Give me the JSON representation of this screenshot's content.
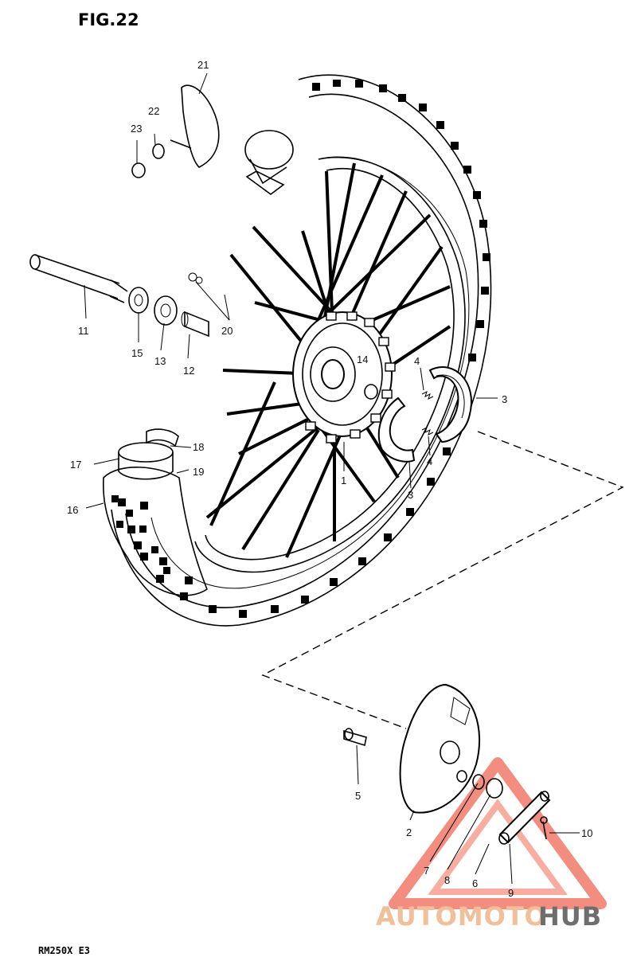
{
  "figure": {
    "title": "FIG.22",
    "model_code": "RM250X  E3"
  },
  "watermark": {
    "part1": "AUTOMOTO",
    "part2": "HUB",
    "color_accent": "#f0a070",
    "color_dark": "#555555",
    "icon": "warning-triangle-logo"
  },
  "part_labels": [
    "1",
    "2",
    "3",
    "3",
    "4",
    "4",
    "5",
    "6",
    "7",
    "8",
    "9",
    "10",
    "11",
    "12",
    "13",
    "14",
    "15",
    "16",
    "17",
    "18",
    "19",
    "20",
    "21",
    "22",
    "23"
  ]
}
